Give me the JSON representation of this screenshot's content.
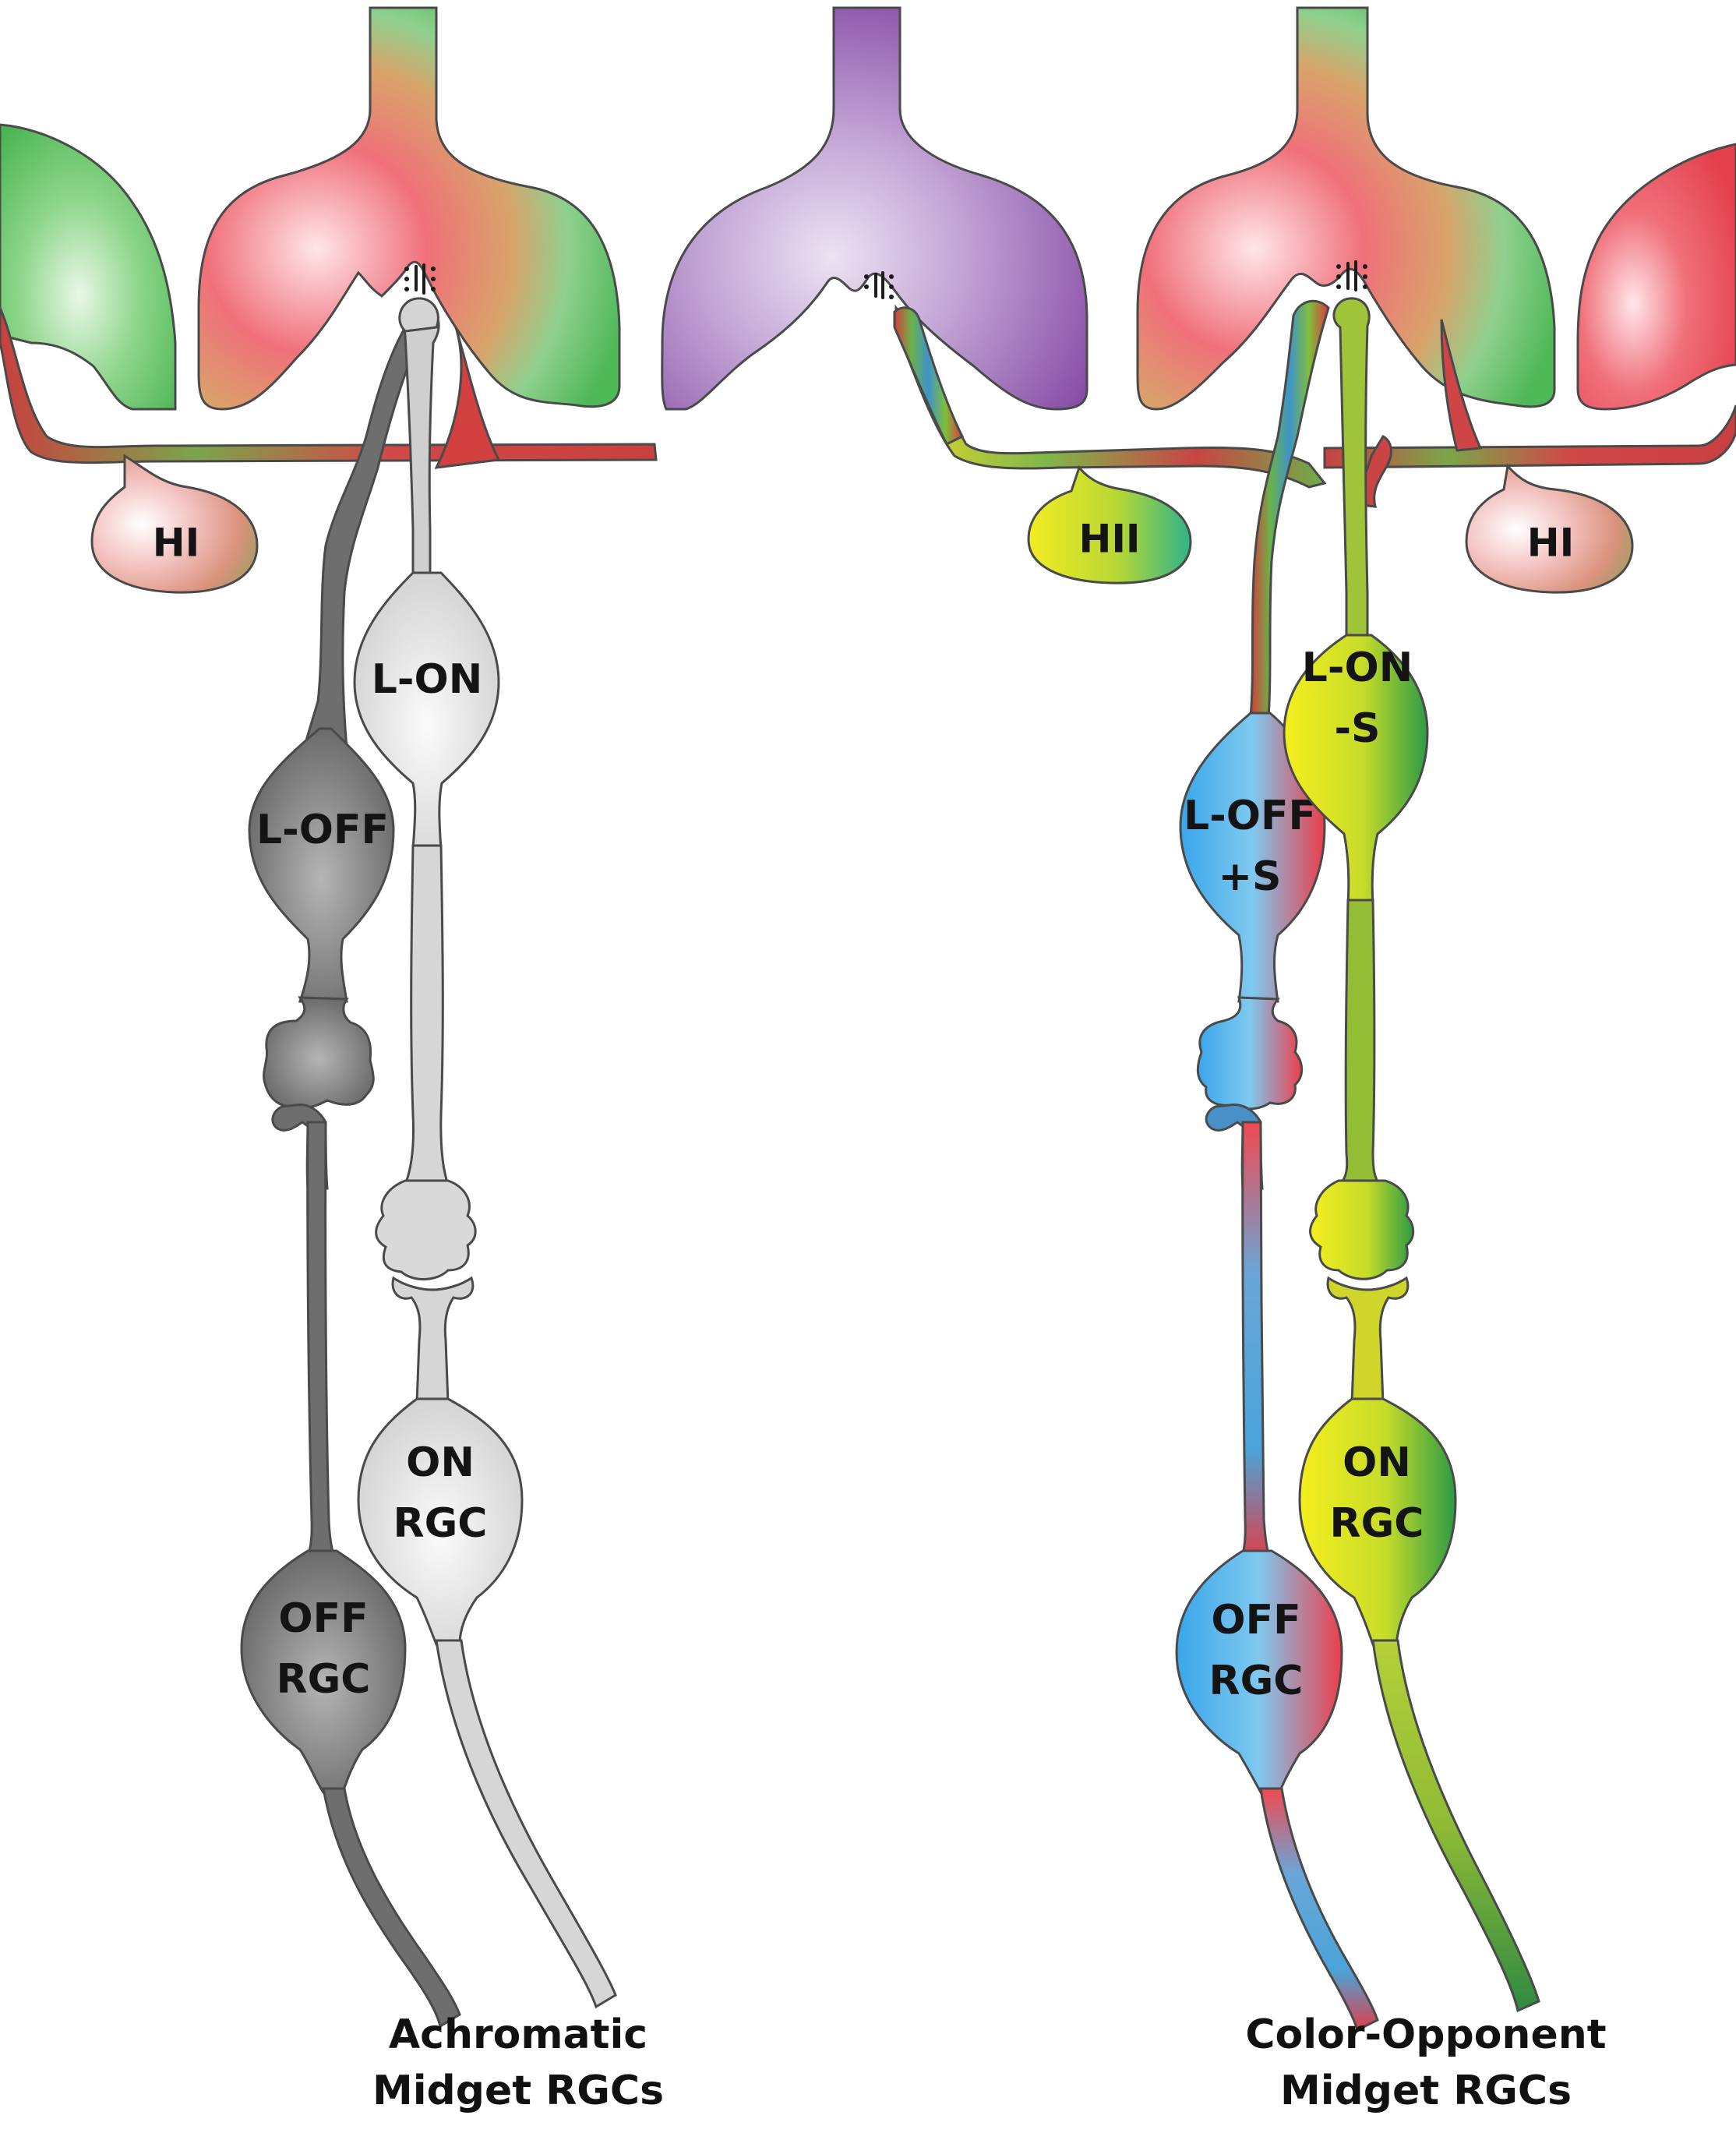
{
  "labels": {
    "hi_left": "HI",
    "hii": "HII",
    "hi_right": "HI",
    "l_on": "L-ON",
    "l_off": "L-OFF",
    "on_rgc_1": "ON",
    "on_rgc_2": "RGC",
    "off_rgc_1": "OFF",
    "off_rgc_2": "RGC",
    "l_on_s_1": "L-ON",
    "l_on_s_2": "-S",
    "l_off_s_1": "L-OFF",
    "l_off_s_2": "+S",
    "c_on_rgc_1": "ON",
    "c_on_rgc_2": "RGC",
    "c_off_rgc_1": "OFF",
    "c_off_rgc_2": "RGC"
  },
  "captions": {
    "achromatic_1": "Achromatic",
    "achromatic_2": "Midget RGCs",
    "opponent_1": "Color-Opponent",
    "opponent_2": "Midget RGCs"
  },
  "colors": {
    "l_cone": "#e8434f",
    "m_cone": "#4fbd5a",
    "s_cone": "#8a52a8",
    "dark_gray": "#6b6b6b",
    "light_gray": "#d4d4d4",
    "yellow": "#e3df22",
    "blue": "#45a9e3"
  }
}
